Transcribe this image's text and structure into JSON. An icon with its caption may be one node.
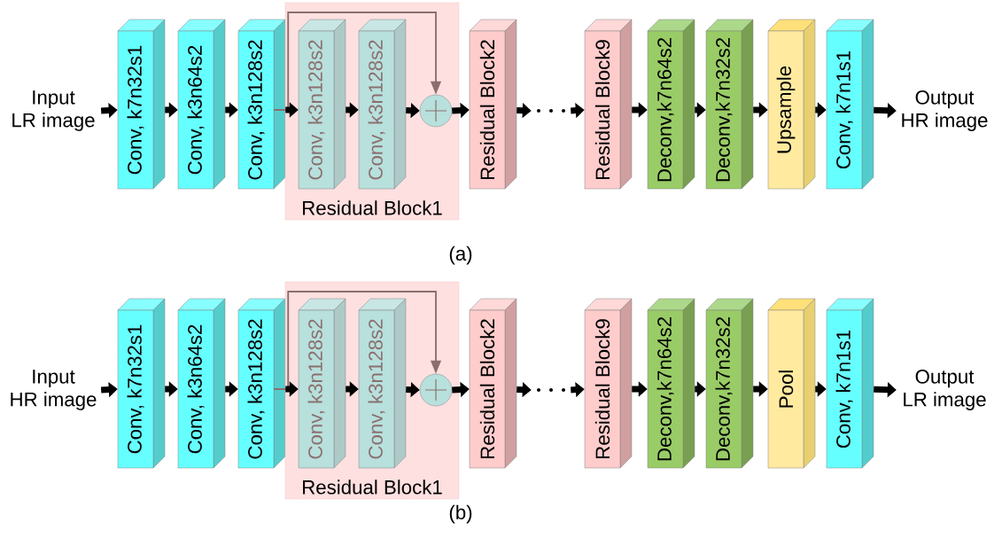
{
  "diagram": {
    "nodes": [
      {
        "text": [
          "Input LR image"
        ]
      },
      {
        "text": [
          "Conv, k7n32s1"
        ]
      },
      {
        "text": [
          "Conv, k3n64s2"
        ]
      },
      {
        "text": [
          "Conv, k3n128s2"
        ]
      },
      {
        "text": [
          "Residual Block1"
        ]
      },
      {
        "text": [
          "Conv, k3n128s2"
        ],
        "in": 4
      },
      {
        "text": [
          "Conv, k3n128s2"
        ],
        "in": 4
      },
      {
        "text": [],
        "shape": "circle",
        "in": 4
      },
      {
        "text": [
          "Residual Block2"
        ]
      },
      {
        "text": [],
        "shape": "dots"
      },
      {
        "text": [
          "Residual Block9"
        ]
      },
      {
        "text": [
          "Deconv,k7n64s2"
        ]
      },
      {
        "text": [
          "Deconv,k7n32s2"
        ]
      },
      {
        "text": [
          "Upsample"
        ]
      },
      {
        "text": [
          "Conv, k7n1s1"
        ]
      },
      {
        "text": [
          "Output HR image"
        ]
      },
      {
        "text": [
          "Input HR image"
        ]
      },
      {
        "text": [
          "Conv, k7n32s1"
        ]
      },
      {
        "text": [
          "Conv, k3n64s2"
        ]
      },
      {
        "text": [
          "Conv, k3n128s2"
        ]
      },
      {
        "text": [
          "Residual Block1"
        ]
      },
      {
        "text": [
          "Conv, k3n128s2"
        ],
        "in": 20
      },
      {
        "text": [
          "Conv, k3n128s2"
        ],
        "in": 20
      },
      {
        "text": [],
        "shape": "circle",
        "in": 20
      },
      {
        "text": [
          "Residual Block2"
        ]
      },
      {
        "text": [],
        "shape": "dots"
      },
      {
        "text": [
          "Residual Block9"
        ]
      },
      {
        "text": [
          "Deconv,k7n64s2"
        ]
      },
      {
        "text": [
          "Deconv,k7n32s2"
        ]
      },
      {
        "text": [
          "Pool"
        ]
      },
      {
        "text": [
          "Conv, k7n1s1"
        ]
      },
      {
        "text": [
          "Output LR image"
        ]
      }
    ],
    "edges": [
      {
        "from": 0,
        "to": 1,
        "arrow": "to"
      },
      {
        "from": 1,
        "to": 2,
        "arrow": "to"
      },
      {
        "from": 2,
        "to": 3,
        "arrow": "to"
      },
      {
        "from": 3,
        "to": 5,
        "arrow": "to"
      },
      {
        "from": 5,
        "to": 6,
        "arrow": "to"
      },
      {
        "from": 6,
        "to": 7,
        "arrow": "to"
      },
      {
        "from": 3,
        "to": 7,
        "arrow": "to",
        "color": "#8c6e6e"
      },
      {
        "from": 7,
        "to": 8,
        "arrow": "to"
      },
      {
        "from": 8,
        "to": 9,
        "arrow": "to"
      },
      {
        "from": 9,
        "to": 10,
        "arrow": "to"
      },
      {
        "from": 10,
        "to": 11,
        "arrow": "to"
      },
      {
        "from": 11,
        "to": 12,
        "arrow": "to"
      },
      {
        "from": 12,
        "to": 13,
        "arrow": "to"
      },
      {
        "from": 13,
        "to": 14,
        "arrow": "to"
      },
      {
        "from": 14,
        "to": 15,
        "arrow": "to"
      },
      {
        "from": 16,
        "to": 17,
        "arrow": "to"
      },
      {
        "from": 17,
        "to": 18,
        "arrow": "to"
      },
      {
        "from": 18,
        "to": 19,
        "arrow": "to"
      },
      {
        "from": 19,
        "to": 21,
        "arrow": "to"
      },
      {
        "from": 21,
        "to": 22,
        "arrow": "to"
      },
      {
        "from": 22,
        "to": 23,
        "arrow": "to"
      },
      {
        "from": 19,
        "to": 23,
        "arrow": "to",
        "color": "#8c6e6e"
      },
      {
        "from": 23,
        "to": 24,
        "arrow": "to"
      },
      {
        "from": 24,
        "to": 25,
        "arrow": "to"
      },
      {
        "from": 25,
        "to": 26,
        "arrow": "to"
      },
      {
        "from": 26,
        "to": 27,
        "arrow": "to"
      },
      {
        "from": 27,
        "to": 28,
        "arrow": "to"
      },
      {
        "from": 28,
        "to": 29,
        "arrow": "to"
      },
      {
        "from": 29,
        "to": 30,
        "arrow": "to"
      },
      {
        "from": 30,
        "to": 31,
        "arrow": "to"
      }
    ],
    "labels": [
      "(a)",
      "(b)"
    ]
  }
}
